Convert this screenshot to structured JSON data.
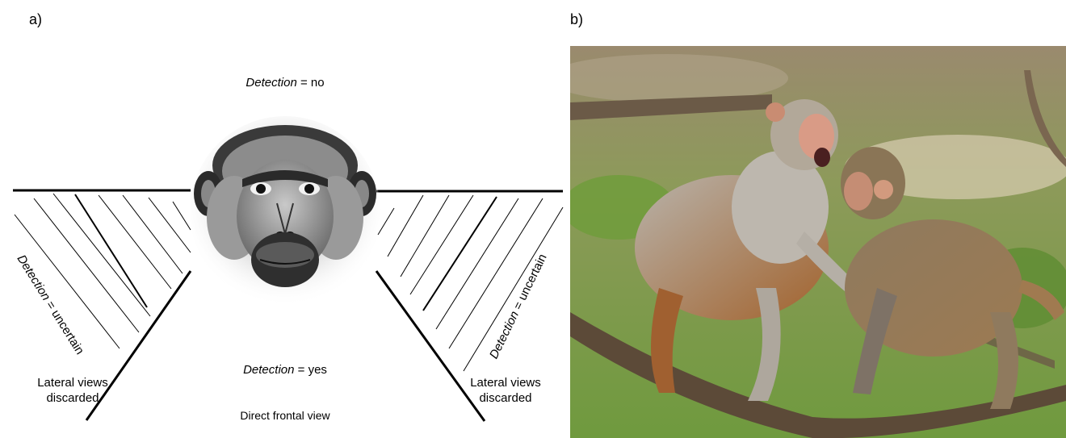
{
  "panel_a": {
    "label": "a)",
    "detection_top": {
      "term": "Detection",
      "suffix": " = no"
    },
    "detection_bottom": {
      "term": "Detection",
      "suffix": " = yes"
    },
    "frontal_label": "Direct frontal view",
    "left": {
      "uncertain": {
        "term": "Detection",
        "suffix": " = uncertain"
      },
      "discarded": [
        "Lateral views",
        "discarded"
      ]
    },
    "right": {
      "uncertain": {
        "term": "Detection",
        "suffix": " = uncertain"
      },
      "discarded": [
        "Lateral views",
        "discarded"
      ]
    },
    "monkey_face_image": "macaque face illustration"
  },
  "panel_b": {
    "label": "b)",
    "photo": "two rhesus macaques fighting on a branch"
  }
}
